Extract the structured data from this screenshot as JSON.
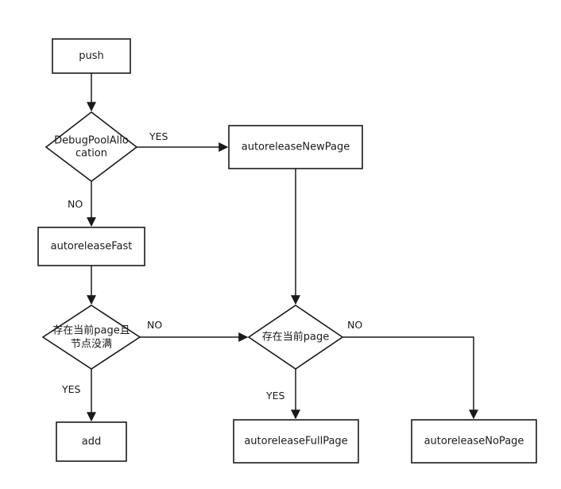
{
  "nodes": {
    "push": "push",
    "debug_pool": [
      "DebugPoolAllo",
      "cation"
    ],
    "new_page": "autoreleaseNewPage",
    "fast": "autoreleaseFast",
    "page_not_full": [
      "存在当前page且",
      "节点没满"
    ],
    "page_exists": "存在当前page",
    "add": "add",
    "full_page": "autoreleaseFullPage",
    "no_page": "autoreleaseNoPage"
  },
  "edge_labels": {
    "debug_yes": "YES",
    "debug_no": "NO",
    "not_full_no": "NO",
    "not_full_yes": "YES",
    "exists_yes": "YES",
    "exists_no": "NO"
  }
}
